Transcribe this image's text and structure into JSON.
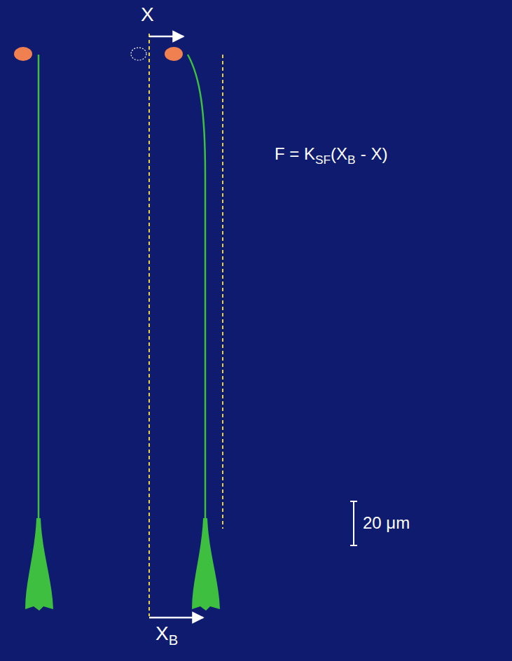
{
  "diagram": {
    "labels": [
      "X",
      "X",
      "B",
      "F = K",
      "SF",
      "(X",
      "B",
      "- X)",
      "20 μm"
    ]
  }
}
